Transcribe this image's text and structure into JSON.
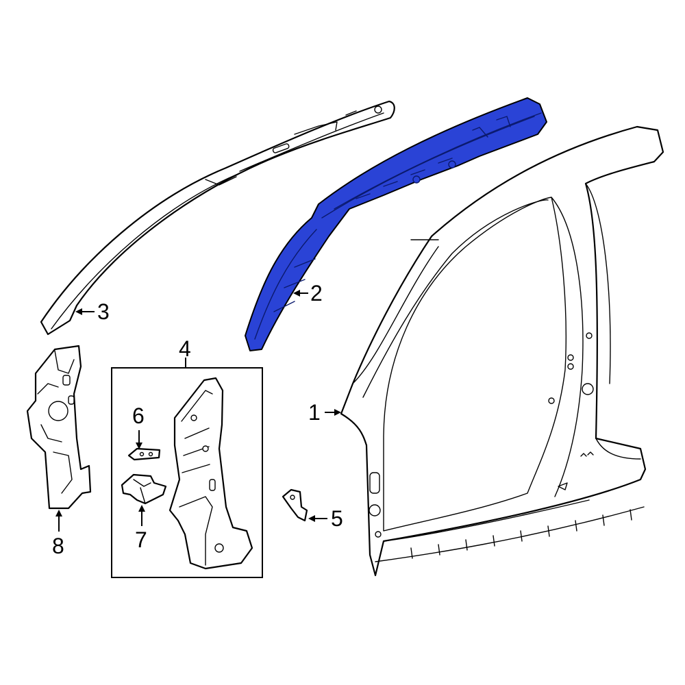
{
  "highlight_color": "#2a43d6",
  "callouts": {
    "c1": "1",
    "c2": "2",
    "c3": "3",
    "c4": "4",
    "c5": "5",
    "c6": "6",
    "c7": "7",
    "c8": "8"
  }
}
